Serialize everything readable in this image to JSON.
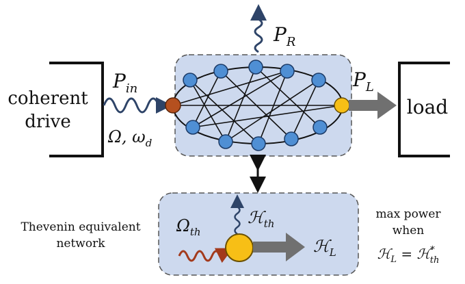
{
  "source": {
    "line1": "coherent",
    "line2": "drive",
    "power_sym": "P",
    "power_sub": "in",
    "params": "Ω, ω",
    "params_sub": "d"
  },
  "radiated": {
    "sym": "P",
    "sub": "R"
  },
  "load": {
    "label": "load",
    "power_sym": "P",
    "power_sub": "L"
  },
  "thevenin": {
    "caption_line1": "Thevenin equivalent",
    "caption_line2": "network",
    "drive_sym": "Ω",
    "drive_sub": "th",
    "loss_sym": "ℋ",
    "loss_sub": "th",
    "load_sym": "ℋ",
    "load_sub": "L"
  },
  "max_power": {
    "line1": "max power",
    "line2": "when",
    "eq_lhs": "ℋ",
    "eq_lhs_sub": "L",
    "eq_op": " = ℋ",
    "eq_rhs_sub": "th",
    "eq_rhs_sup": "*"
  },
  "colors": {
    "panel_fill": "#cdd9ee",
    "node_blue": "#4f8fd4",
    "node_input": "#b5501f",
    "node_output": "#f7bf16",
    "wave_blue": "#2e4468",
    "wave_red": "#a33a1c",
    "arrow_gray": "#707070"
  }
}
